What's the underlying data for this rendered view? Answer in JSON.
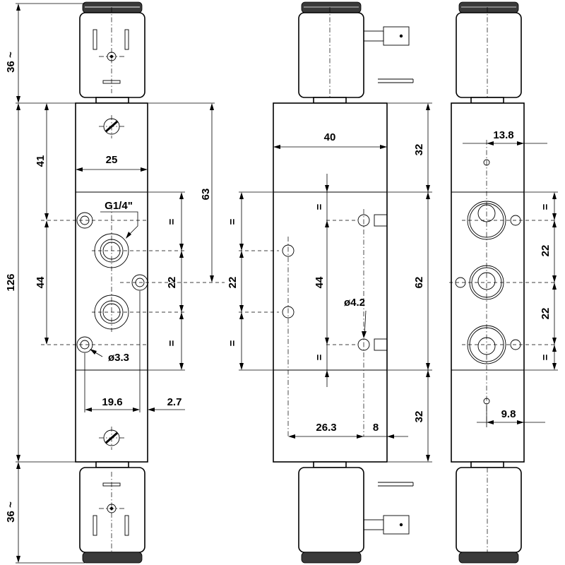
{
  "colors": {
    "line": "#000000",
    "background": "#ffffff",
    "knurl": "#3a3a3a"
  },
  "dimensions": {
    "coil_height_top": "36 ~",
    "coil_height_bottom": "36 ~",
    "total_length": "126",
    "end_cap_41": "41",
    "width_25": "25",
    "port_thread": "G1/4\"",
    "half_height_63": "63",
    "port_spacing_44": "44",
    "pitch_22_front": "22",
    "hole_dia_3_3": "ø3.3",
    "offset_19_6": "19.6",
    "offset_2_7": "2.7",
    "equal_mark": "=",
    "body_width_40": "40",
    "end_cap_32_top": "32",
    "end_cap_32_bottom": "32",
    "pitch_22_side": "22",
    "spacing_44_side": "44",
    "mid_62": "62",
    "hole_dia_4_2": "ø4.2",
    "offset_26_3": "26.3",
    "offset_8": "8",
    "offset_13_8": "13.8",
    "pitch_22_rear_a": "22",
    "pitch_22_rear_b": "22",
    "offset_9_8": "9.8"
  },
  "icons": [
    "solenoid-coil-icon",
    "connector-pin-icon",
    "knurled-nut-icon",
    "screw-icon",
    "port-icon",
    "mounting-hole-icon"
  ]
}
